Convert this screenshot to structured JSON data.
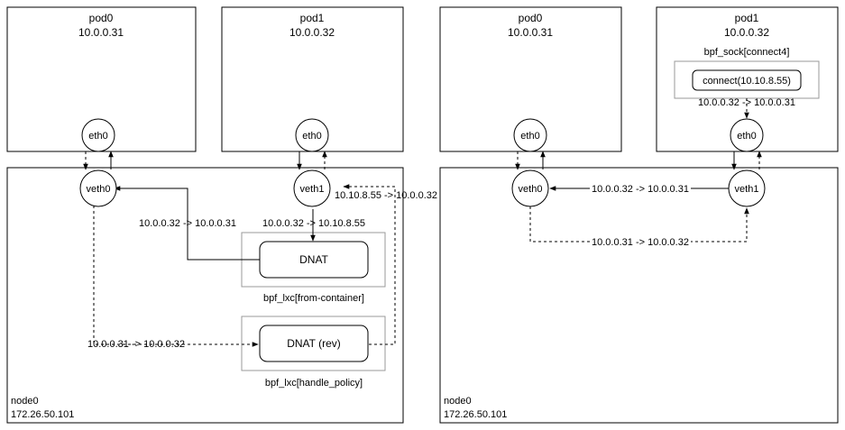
{
  "left": {
    "pod0": {
      "name": "pod0",
      "ip": "10.0.0.31"
    },
    "pod1": {
      "name": "pod1",
      "ip": "10.0.0.32"
    },
    "node": {
      "name": "node0",
      "ip": "172.26.50.101"
    },
    "interfaces": {
      "pod0_eth": "eth0",
      "pod1_eth": "eth0",
      "veth0": "veth0",
      "veth1": "veth1"
    },
    "dnat": {
      "label": "DNAT",
      "program": "bpf_lxc[from-container]"
    },
    "dnat_rev": {
      "label": "DNAT (rev)",
      "program": "bpf_lxc[handle_policy]"
    },
    "flows": {
      "veth1_to_dnat": "10.0.0.32 -> 10.10.8.55",
      "dnat_to_veth0": "10.0.0.32 -> 10.0.0.31",
      "veth0_to_rev": "10.0.0.31 -> 10.0.0.32",
      "rev_to_veth1": "10.10.8.55 -> 10.0.0.32"
    }
  },
  "right": {
    "pod0": {
      "name": "pod0",
      "ip": "10.0.0.31"
    },
    "pod1": {
      "name": "pod1",
      "ip": "10.0.0.32"
    },
    "node": {
      "name": "node0",
      "ip": "172.26.50.101"
    },
    "interfaces": {
      "pod0_eth": "eth0",
      "pod1_eth": "eth0",
      "veth0": "veth0",
      "veth1": "veth1"
    },
    "sock": {
      "program": "bpf_sock[connect4]",
      "call": "connect(10.10.8.55)",
      "rewrite": "10.0.0.32 -> 10.0.0.31"
    },
    "flows": {
      "veth1_to_veth0": "10.0.0.32 -> 10.0.0.31",
      "veth0_to_veth1": "10.0.0.31 -> 10.0.0.32"
    }
  },
  "colors": {
    "line": "#000000",
    "group_border": "#999999",
    "background": "#ffffff"
  }
}
